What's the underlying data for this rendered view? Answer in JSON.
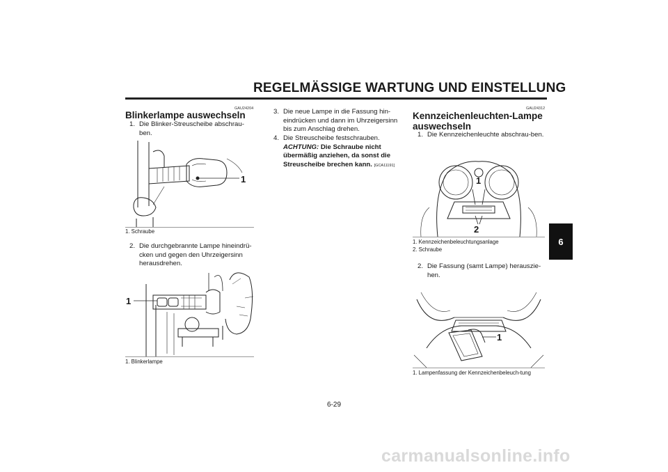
{
  "header": {
    "title": "REGELMÄSSIGE WARTUNG UND EINSTELLUNG"
  },
  "col1": {
    "code": "GAU24204",
    "heading": "Blinkerlampe auswechseln",
    "step1_num": "1.",
    "step1_text": "Die Blinker-Streuscheibe abschrau-ben.",
    "fig1_callout": "1",
    "fig1_caption": "1. Schraube",
    "step2_num": "2.",
    "step2_text": "Die durchgebrannte Lampe hineindrü-cken und gegen den Uhrzeigersinn herausdrehen.",
    "fig2_callout": "1",
    "fig2_caption": "1. Blinkerlampe"
  },
  "col2": {
    "step3_num": "3.",
    "step3_text": "Die neue Lampe in die Fassung hin-eindrücken und dann im Uhrzeigersinn bis zum Anschlag drehen.",
    "step4_num": "4.",
    "step4_text": "Die Streuscheibe festschrauben.",
    "caution_label": "ACHTUNG:",
    "caution_text": "Die Schraube nicht übermäßig anziehen, da sonst die Streuscheibe brechen kann.",
    "caution_code": "[GCA11191]"
  },
  "col3": {
    "code": "GAU24312",
    "heading": "Kennzeichenleuchten-Lampe auswechseln",
    "step1_num": "1.",
    "step1_text": "Die Kennzeichenleuchte abschrau-ben.",
    "fig1_callout_1": "1",
    "fig1_callout_2": "2",
    "fig1_caption_1": "1. Kennzeichenbeleuchtungsanlage",
    "fig1_caption_2": "2. Schraube",
    "step2_num": "2.",
    "step2_text": "Die Fassung (samt Lampe) herauszie-hen.",
    "fig2_callout": "1",
    "fig2_caption": "1. Lampenfassung der Kennzeichenbeleuch-tung"
  },
  "tab": {
    "label": "6"
  },
  "footer": {
    "page_number": "6-29"
  },
  "watermark": {
    "text": "carmanualsonline.info"
  }
}
